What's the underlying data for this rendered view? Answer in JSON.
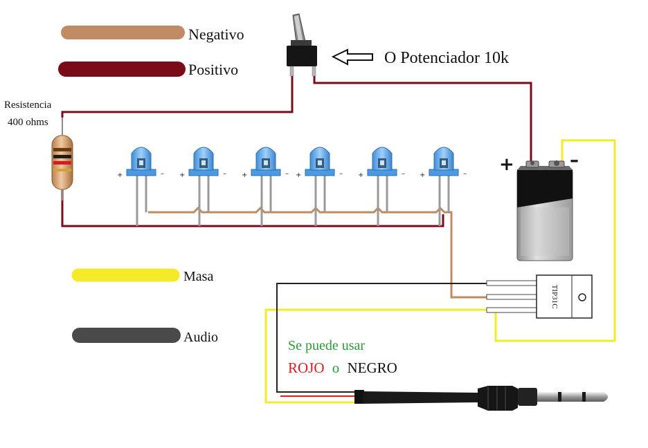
{
  "legend": {
    "negativo": {
      "label": "Negativo",
      "color": "#c08a62"
    },
    "positivo": {
      "label": "Positivo",
      "color": "#7a0b18"
    },
    "masa": {
      "label": "Masa",
      "color": "#f5ea2a"
    },
    "audio": {
      "label": "Audio",
      "color": "#4a4a4a"
    }
  },
  "switch_note": "O Potenciador 10k",
  "resistor": {
    "line1": "Resistencia",
    "line2": "400 ohms"
  },
  "battery": {
    "plus": "+",
    "minus": "–"
  },
  "led": {
    "plus": "+",
    "minus": "–",
    "count": 6
  },
  "transistor": {
    "label": "TIP31C"
  },
  "note": {
    "line1": "Se puede usar",
    "rojo": "ROJO",
    "o": "o",
    "negro": "NEGRO",
    "line1_color": "#2a9a3a",
    "rojo_color": "#e01b1b"
  },
  "colors": {
    "led_body": "#5aa8ea",
    "wire_red": "#7a0b18",
    "wire_brown": "#c08a62",
    "wire_yellow": "#f5ea2a",
    "wire_black": "#222222"
  }
}
